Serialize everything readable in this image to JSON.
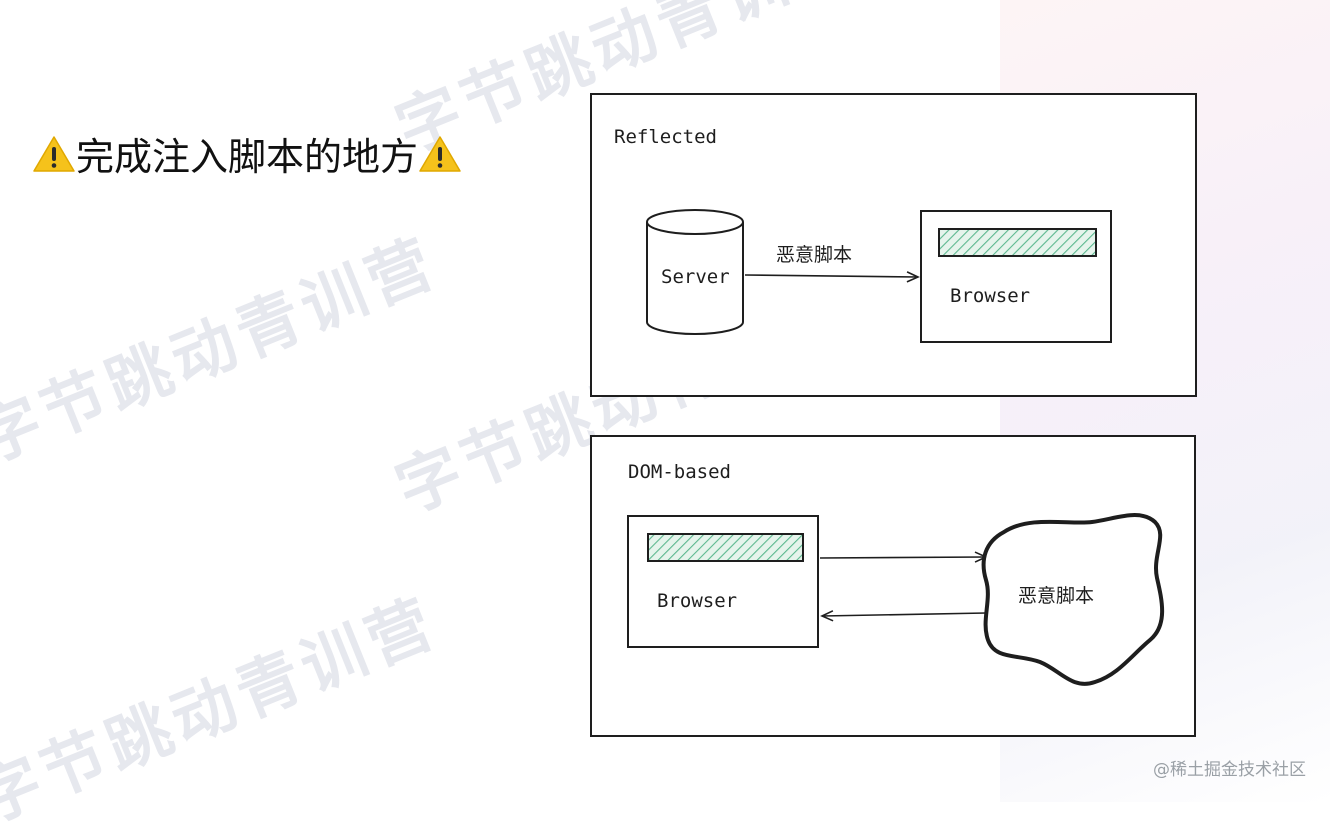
{
  "title": "完成注入脚本的地方",
  "watermark": "字节跳动青训营",
  "panel1": {
    "label": "Reflected",
    "server": "Server",
    "arrow_label": "恶意脚本",
    "browser": "Browser"
  },
  "panel2": {
    "label": "DOM-based",
    "browser": "Browser",
    "cloud_label": "恶意脚本"
  },
  "footer": "@稀土掘金技术社区",
  "colors": {
    "hatch": "#5cb88f",
    "stroke": "#1e1e1e",
    "warning": "#f5c21b"
  }
}
